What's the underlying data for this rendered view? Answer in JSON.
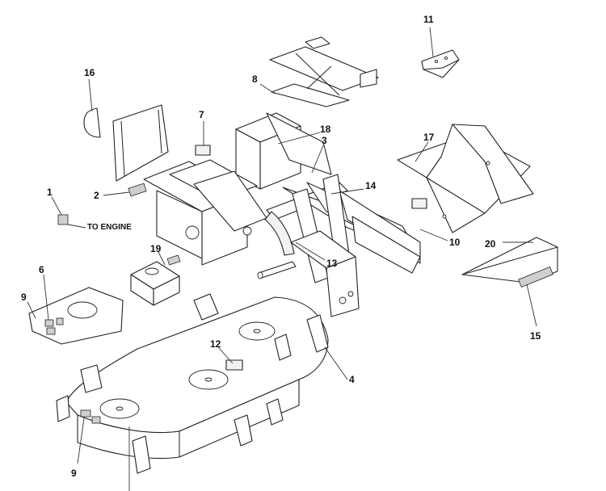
{
  "callouts": [
    {
      "id": "c1",
      "text": "1"
    },
    {
      "id": "c2",
      "text": "2"
    },
    {
      "id": "c3",
      "text": "3"
    },
    {
      "id": "c4",
      "text": "4"
    },
    {
      "id": "c6",
      "text": "6"
    },
    {
      "id": "c7",
      "text": "7"
    },
    {
      "id": "c8",
      "text": "8"
    },
    {
      "id": "c9a",
      "text": "9"
    },
    {
      "id": "c9b",
      "text": "9"
    },
    {
      "id": "c10",
      "text": "10"
    },
    {
      "id": "c11",
      "text": "11"
    },
    {
      "id": "c12",
      "text": "12"
    },
    {
      "id": "c13",
      "text": "13"
    },
    {
      "id": "c14",
      "text": "14"
    },
    {
      "id": "c15",
      "text": "15"
    },
    {
      "id": "c16",
      "text": "16"
    },
    {
      "id": "c17",
      "text": "17"
    },
    {
      "id": "c18",
      "text": "18"
    },
    {
      "id": "c19",
      "text": "19"
    },
    {
      "id": "c20",
      "text": "20"
    }
  ],
  "labels": {
    "to_engine": "TO ENGINE"
  }
}
